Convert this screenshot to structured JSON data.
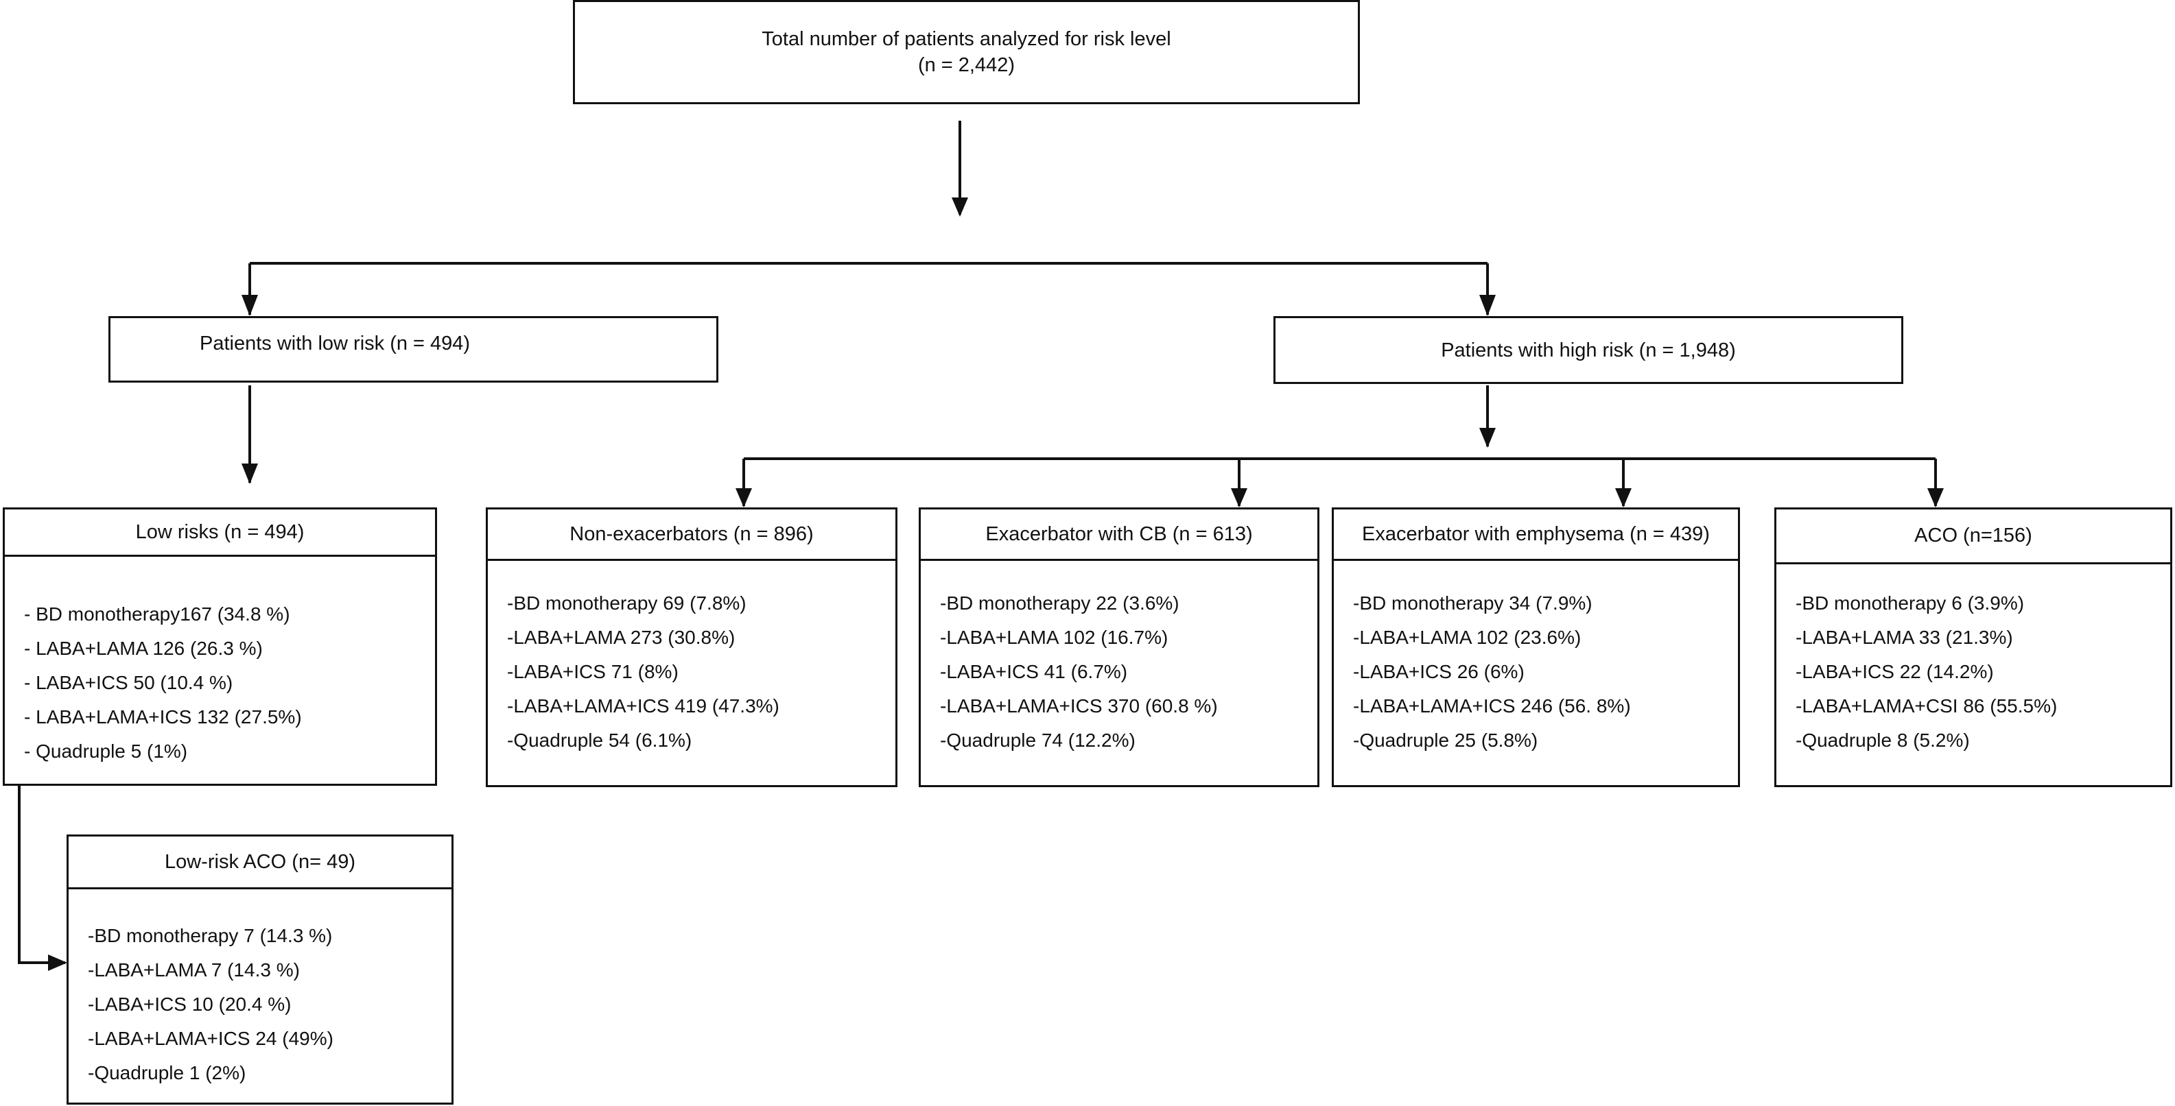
{
  "top": {
    "title": "Total number of patients analyzed for risk level",
    "n": "(n = 2,442)"
  },
  "low_risk": {
    "title": "Patients with low risk (n = 494)"
  },
  "high_risk": {
    "title": "Patients with high risk (n = 1,948)"
  },
  "groups": [
    {
      "title": "Low risks (n = 494)",
      "items": [
        "- BD monotherapy167 (34.8 %)",
        "- LABA+LAMA 126 (26.3 %)",
        "- LABA+ICS 50 (10.4 %)",
        "- LABA+LAMA+ICS 132 (27.5%)",
        "- Quadruple 5 (1%)"
      ]
    },
    {
      "title": "Non-exacerbators (n = 896)",
      "items": [
        "-BD monotherapy 69 (7.8%)",
        "-LABA+LAMA 273 (30.8%)",
        "-LABA+ICS 71 (8%)",
        "-LABA+LAMA+ICS 419 (47.3%)",
        "-Quadruple 54 (6.1%)"
      ]
    },
    {
      "title": "Exacerbator with CB (n = 613)",
      "items": [
        "-BD monotherapy 22 (3.6%)",
        "-LABA+LAMA 102 (16.7%)",
        "-LABA+ICS 41 (6.7%)",
        "-LABA+LAMA+ICS 370 (60.8 %)",
        "-Quadruple 74 (12.2%)"
      ]
    },
    {
      "title": "Exacerbator with emphysema (n = 439)",
      "items": [
        "-BD monotherapy 34 (7.9%)",
        "-LABA+LAMA 102 (23.6%)",
        "-LABA+ICS 26 (6%)",
        "-LABA+LAMA+ICS 246 (56. 8%)",
        "-Quadruple 25 (5.8%)"
      ]
    },
    {
      "title": "ACO (n=156)",
      "items": [
        "-BD monotherapy 6 (3.9%)",
        "-LABA+LAMA 33 (21.3%)",
        "-LABA+ICS 22 (14.2%)",
        "-LABA+LAMA+CSI 86 (55.5%)",
        "-Quadruple 8 (5.2%)"
      ]
    },
    {
      "title": "Low-risk ACO (n= 49)",
      "items": [
        "-BD monotherapy 7 (14.3 %)",
        "-LABA+LAMA 7 (14.3 %)",
        "-LABA+ICS 10 (20.4 %)",
        "-LABA+LAMA+ICS 24 (49%)",
        "-Quadruple 1 (2%)"
      ]
    }
  ]
}
